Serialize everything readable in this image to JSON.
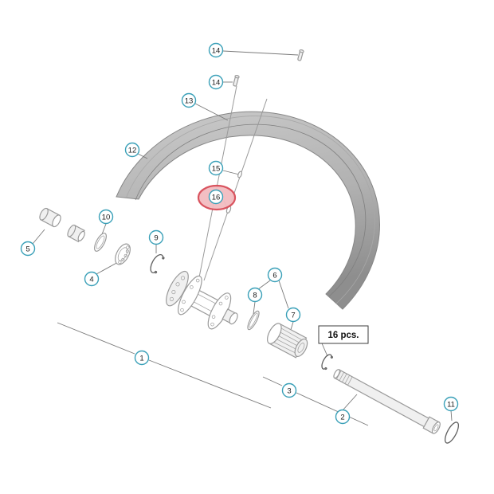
{
  "colors": {
    "background": "#ffffff",
    "callout_stroke": "#3aa0b8",
    "callout_text": "#1a1a1a",
    "highlight_stroke": "#d84b57",
    "highlight_fill": "#f3bcc0",
    "part_stroke": "#9a9a9a",
    "part_fill": "#f0f0f0",
    "rim_light": "#cacaca",
    "rim_mid": "#b2b2b2",
    "rim_dark": "#8e8e8e",
    "leader": "#7a7a7a",
    "note_border": "#3c3c3c"
  },
  "callouts": [
    {
      "label": "14"
    },
    {
      "label": "14"
    },
    {
      "label": "13"
    },
    {
      "label": "12"
    },
    {
      "label": "15"
    },
    {
      "label": "16",
      "highlighted": true
    },
    {
      "label": "10"
    },
    {
      "label": "9"
    },
    {
      "label": "5"
    },
    {
      "label": "4"
    },
    {
      "label": "6"
    },
    {
      "label": "8"
    },
    {
      "label": "7"
    },
    {
      "label": "1"
    },
    {
      "label": "3"
    },
    {
      "label": "2"
    },
    {
      "label": "11"
    }
  ],
  "note": {
    "label": "16 pcs."
  }
}
